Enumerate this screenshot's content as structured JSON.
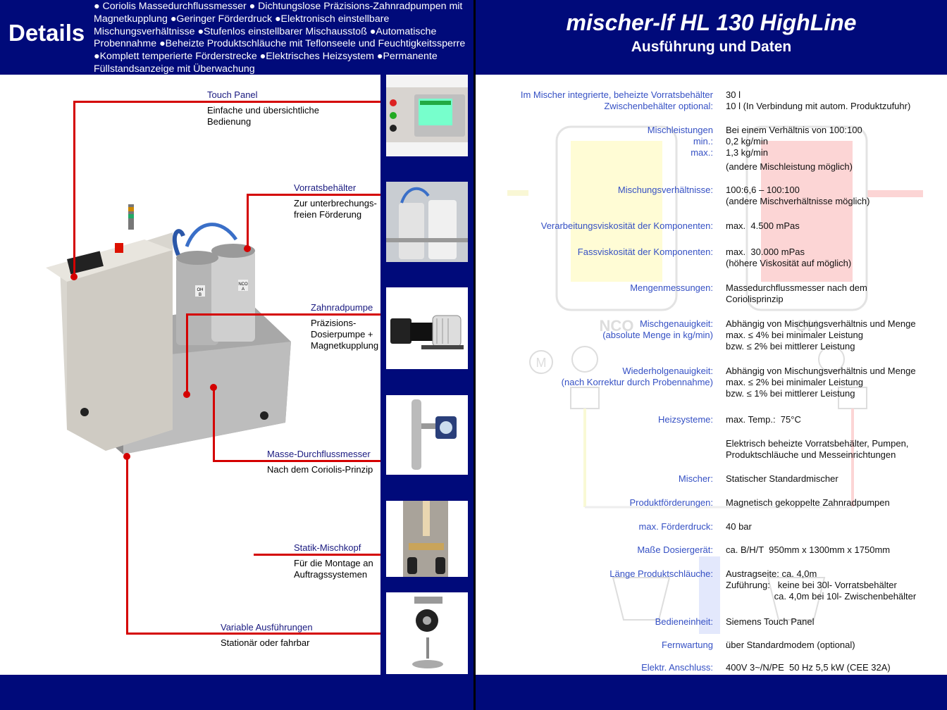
{
  "header": {
    "details_title": "Details",
    "features_text": "● Coriolis Massedurchflussmesser ● Dichtungslose Präzisions-Zahnradpumpen mit Magnetkupplung ●Geringer Förderdruck ●Elektronisch einstellbare Mischungsverhältnisse ●Stufenlos einstellbarer Mischausstoß ●Automatische Probennahme ●Beheizte Produktschläuche mit Teflonseele und Feuchtigkeitssperre ●Komplett temperierte Förderstrecke ●Elektrisches Heizsystem ●Permanente Füllstandsanzeige mit Überwachung",
    "main_title": "mischer-lf HL 130 HighLine",
    "sub_title": "Ausführung und Daten"
  },
  "callouts": [
    {
      "title": "Touch Panel",
      "desc": "Einfache und übersichtliche Bedienung"
    },
    {
      "title": "Vorratsbehälter",
      "desc": "Zur unterbrechungs-freien Förderung"
    },
    {
      "title": "Zahnradpumpe",
      "desc": "Präzisions-Dosierpumpe + Magnetkupplung"
    },
    {
      "title": "Masse-Durchflussmesser",
      "desc": "Nach dem Coriolis-Prinzip"
    },
    {
      "title": "Statik-Mischkopf",
      "desc": "Für die Montage an Auftragssystemen"
    },
    {
      "title": "Variable Ausführungen",
      "desc": "Stationär oder fahrbar"
    }
  ],
  "machine": {
    "tank_left_label": "OH\nB",
    "tank_right_label": "NCO\nA"
  },
  "specs": [
    {
      "label": "Im Mischer integrierte, beheizte Vorratsbehälter\nZwischenbehälter optional:",
      "value": "30 l\n10 l (In Verbindung mit autom. Produktzufuhr)"
    },
    {
      "label": "Mischleistungen\nmin.:\nmax.:",
      "value": "Bei einem Verhältnis von 100:100\n0,2 kg/min\n1,3 kg/min"
    },
    {
      "label": "",
      "value": "(andere Mischleistung möglich)"
    },
    {
      "label": "Mischungsverhältnisse:",
      "value": "100:6,6 – 100:100\n(andere Mischverhältnisse möglich)"
    },
    {
      "label": "Verarbeitungsviskosität der Komponenten:",
      "value": "max.  4.500 mPas"
    },
    {
      "label": "Fassviskosität der Komponenten:",
      "value": "max.  30.000 mPas\n(höhere Viskosität auf möglich)"
    },
    {
      "label": "Mengenmessungen:",
      "value": "Massedurchflussmesser nach dem\nCoriolisprinzip"
    },
    {
      "label": "Mischgenauigkeit:\n(absolute Menge in kg/min)",
      "value": "Abhängig von Mischungsverhältnis und Menge\nmax. ≤ 4% bei minimaler Leistung\nbzw. ≤ 2% bei mittlerer Leistung"
    },
    {
      "label": "Wiederholgenauigkeit:\n(nach Korrektur durch Probennahme)",
      "value": "Abhängig von Mischungsverhältnis und Menge\nmax. ≤ 2% bei minimaler Leistung\nbzw. ≤ 1% bei mittlerer Leistung"
    },
    {
      "label": "Heizsysteme:",
      "value": "max. Temp.:  75°C"
    },
    {
      "label": "",
      "value": "Elektrisch beheizte Vorratsbehälter, Pumpen,\nProduktschläuche und Messeinrichtungen"
    },
    {
      "label": "Mischer:",
      "value": "Statischer Standardmischer"
    },
    {
      "label": "Produktförderungen:",
      "value": "Magnetisch gekoppelte Zahnradpumpen"
    },
    {
      "label": "max. Förderdruck:",
      "value": "40 bar"
    },
    {
      "label": "Maße Dosiergerät:",
      "value": "ca. B/H/T  950mm x 1300mm x 1750mm"
    },
    {
      "label": "Länge Produktschläuche:",
      "value": "Austragseite: ca. 4,0m\nZuführung:   keine bei 30l- Vorratsbehälter\n                   ca. 4,0m bei 10l- Zwischenbehälter"
    },
    {
      "label": "Bedieneinheit:",
      "value": "Siemens Touch Panel"
    },
    {
      "label": "Fernwartung",
      "value": "über Standardmodem (optional)"
    },
    {
      "label": "Elektr. Anschluss:",
      "value": "400V 3~/N/PE  50 Hz 5,5 kW (CEE 32A)"
    }
  ],
  "watermark": {
    "label_left": "NCO",
    "label_right": "OH",
    "motor": "M"
  }
}
